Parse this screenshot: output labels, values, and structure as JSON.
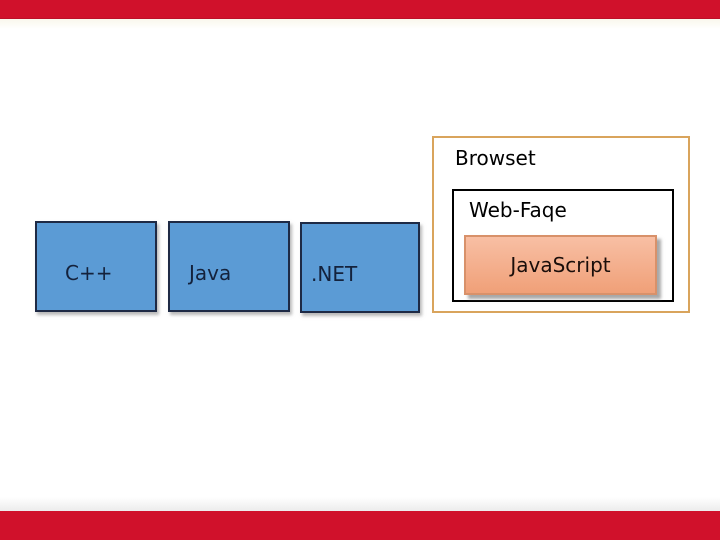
{
  "slide": {
    "languages": [
      {
        "label": "C++"
      },
      {
        "label": "Java"
      },
      {
        "label": ".NET"
      }
    ],
    "browser": {
      "title": "Browset",
      "web_page": {
        "title": "Web-Faqe",
        "script": {
          "label": "JavaScript"
        }
      }
    },
    "colors": {
      "bar_red": "#D0112B",
      "language_fill": "#5B9BD5",
      "language_border": "#1E2A45",
      "language_text": "#14223C",
      "browser_border": "#D9A45C",
      "web_page_border": "#000000",
      "script_fill_top": "#F8BFA4",
      "script_fill_bottom": "#F0A078",
      "script_border": "#D8916A"
    }
  }
}
